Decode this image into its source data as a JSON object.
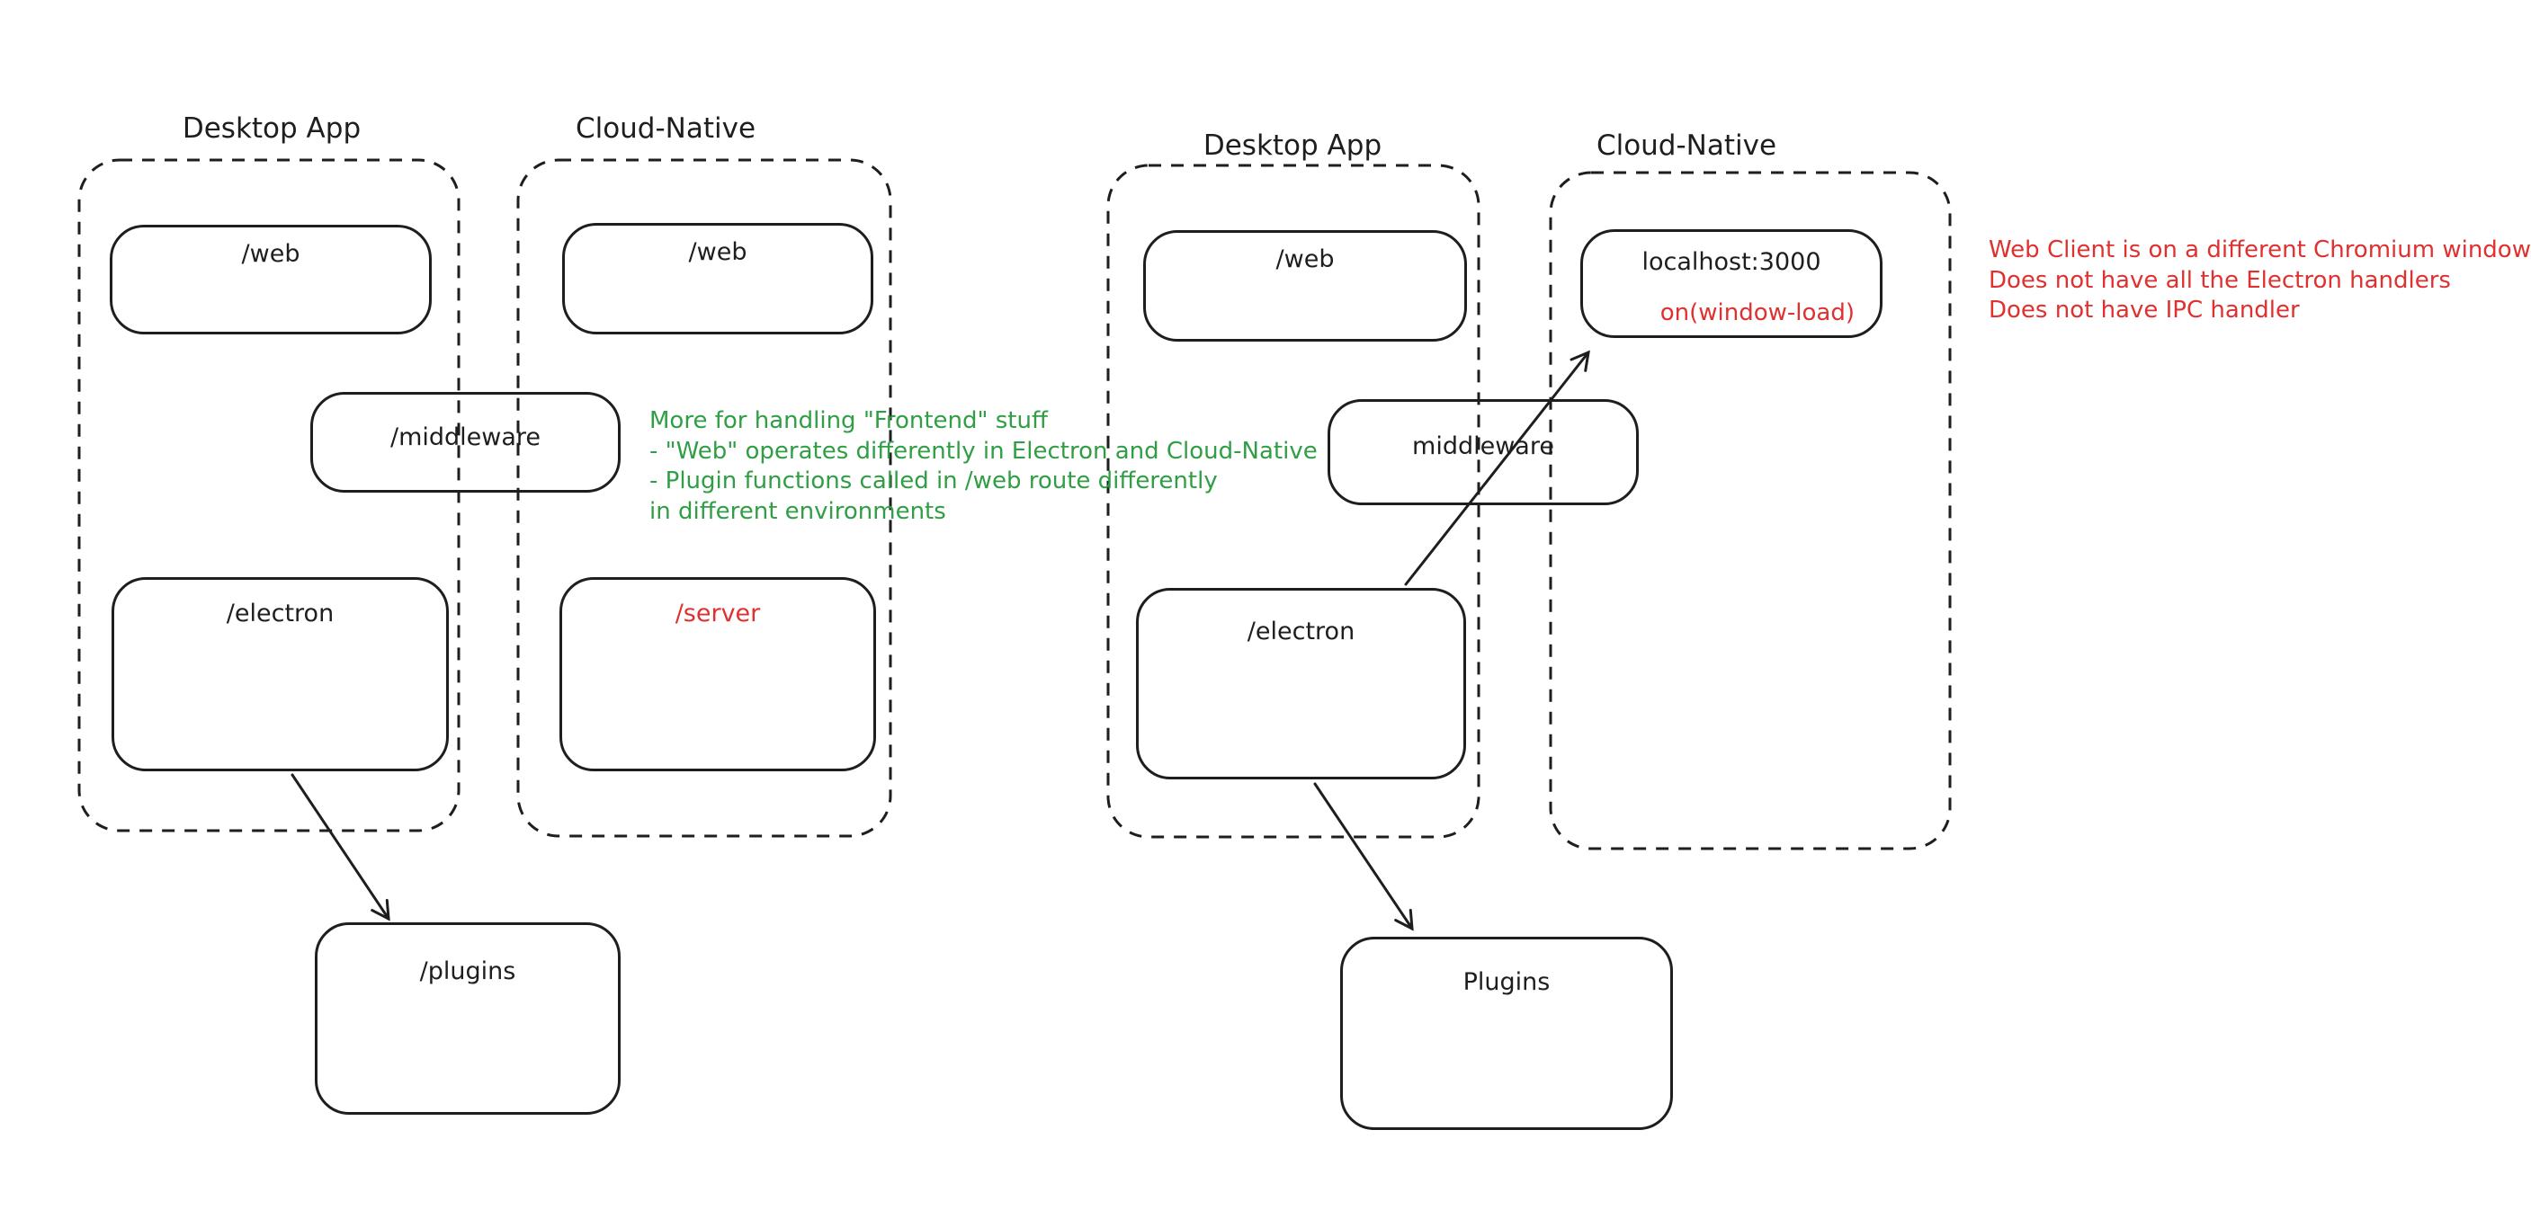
{
  "left": {
    "desktop_title": "Desktop App",
    "cloud_title": "Cloud-Native",
    "web_desktop_label": "/web",
    "web_cloud_label": "/web",
    "middleware_label": "/middleware",
    "electron_label": "/electron",
    "server_label": "/server",
    "plugins_label": "/plugins"
  },
  "right": {
    "desktop_title": "Desktop App",
    "cloud_title": "Cloud-Native",
    "web_desktop_label": "/web",
    "localhost_label": "localhost:3000",
    "window_load_label": "on(window-load)",
    "middleware_label": "middleware",
    "electron_label": "/electron",
    "plugins_label": "Plugins"
  },
  "notes": {
    "green": {
      "color": "#2f9e44",
      "lines": [
        "More for handling \"Frontend\" stuff",
        "- \"Web\" operates differently in Electron and Cloud-Native",
        "- Plugin functions called in /web route differently",
        "in different environments"
      ]
    },
    "red": {
      "color": "#e03131",
      "lines": [
        "Web Client is on a different Chromium window",
        "Does not have all the Electron handlers",
        "Does not have IPC handler"
      ]
    }
  },
  "colors": {
    "ink": "#1e1e1e",
    "red": "#e03131",
    "green": "#2f9e44",
    "background": "#ffffff"
  }
}
